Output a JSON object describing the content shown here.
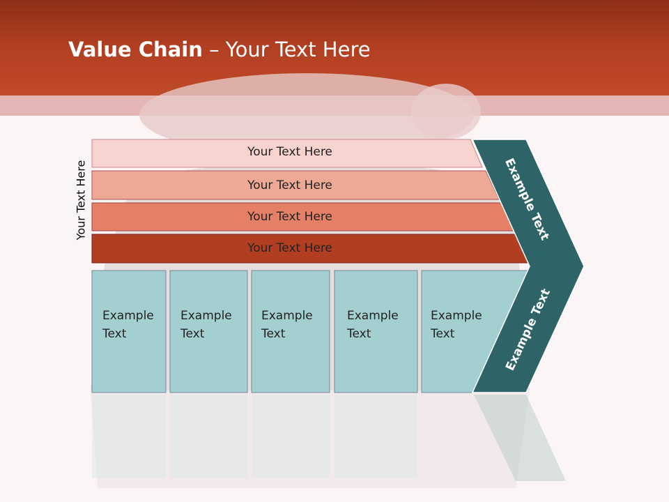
{
  "title": {
    "bold": "Value Chain",
    "rest": " – Your Text Here"
  },
  "side_label": "Your Text Here",
  "bars": [
    {
      "label": "Your Text Here",
      "color": "#f6d3cd"
    },
    {
      "label": "Your Text Here",
      "color": "#eea896"
    },
    {
      "label": "Your Text Here",
      "color": "#e57f66"
    },
    {
      "label": "Your Text Here",
      "color": "#b23e21"
    }
  ],
  "cells": [
    {
      "line1": "Example",
      "line2": "Text"
    },
    {
      "line1": "Example",
      "line2": "Text"
    },
    {
      "line1": "Example",
      "line2": "Text"
    },
    {
      "line1": "Example",
      "line2": "Text"
    },
    {
      "line1": "Example",
      "line2": "Text"
    }
  ],
  "chevron": {
    "upper": "Example Text",
    "lower": "Example Text",
    "color": "#2e6467"
  },
  "colors": {
    "header": "#b23f22",
    "cell": "#a3cfd0"
  }
}
